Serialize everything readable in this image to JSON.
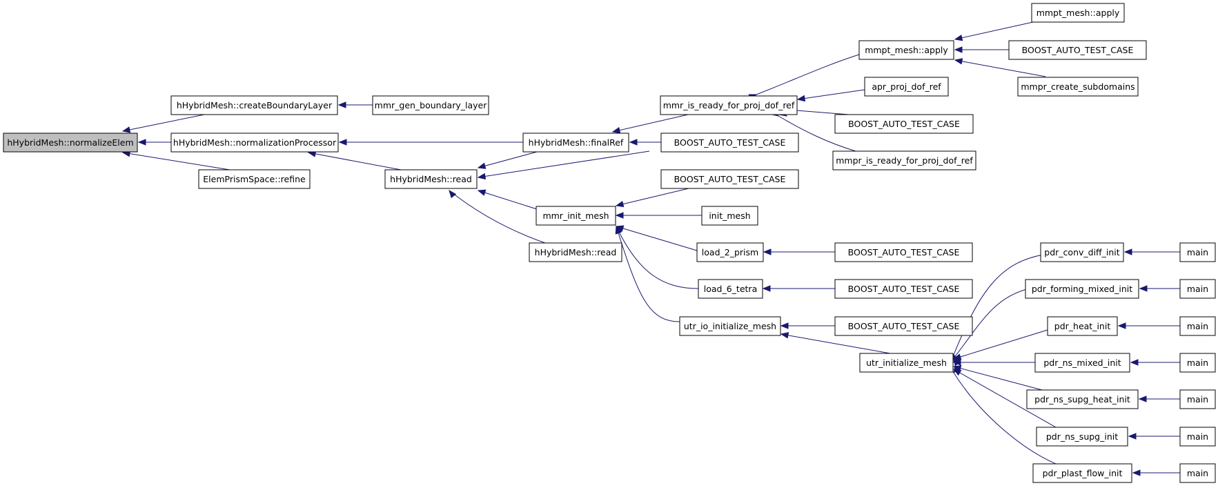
{
  "nodes": [
    {
      "id": "n0",
      "label": "hHybridMesh::normalizeElem",
      "root": true
    },
    {
      "id": "n1",
      "label": "hHybridMesh::createBoundaryLayer"
    },
    {
      "id": "n2",
      "label": "hHybridMesh::normalizationProcessor"
    },
    {
      "id": "n3",
      "label": "ElemPrismSpace::refine"
    },
    {
      "id": "n4",
      "label": "mmr_gen_boundary_layer"
    },
    {
      "id": "n5",
      "label": "hHybridMesh::read"
    },
    {
      "id": "n6",
      "label": "hHybridMesh::finalRef"
    },
    {
      "id": "n7",
      "label": "mmr_init_mesh"
    },
    {
      "id": "n8",
      "label": "hHybridMesh::read"
    },
    {
      "id": "n9",
      "label": "mmr_is_ready_for_proj_dof_ref"
    },
    {
      "id": "n10",
      "label": "BOOST_AUTO_TEST_CASE"
    },
    {
      "id": "n11",
      "label": "BOOST_AUTO_TEST_CASE"
    },
    {
      "id": "n12",
      "label": "init_mesh"
    },
    {
      "id": "n13",
      "label": "load_2_prism"
    },
    {
      "id": "n14",
      "label": "load_6_tetra"
    },
    {
      "id": "n15",
      "label": "utr_io_initialize_mesh"
    },
    {
      "id": "n16",
      "label": "mmpt_mesh::apply"
    },
    {
      "id": "n17",
      "label": "apr_proj_dof_ref"
    },
    {
      "id": "n18",
      "label": "BOOST_AUTO_TEST_CASE"
    },
    {
      "id": "n19",
      "label": "mmpr_is_ready_for_proj_dof_ref"
    },
    {
      "id": "n20",
      "label": "BOOST_AUTO_TEST_CASE"
    },
    {
      "id": "n21",
      "label": "BOOST_AUTO_TEST_CASE"
    },
    {
      "id": "n22",
      "label": "BOOST_AUTO_TEST_CASE"
    },
    {
      "id": "n23",
      "label": "utr_initialize_mesh"
    },
    {
      "id": "n24",
      "label": "mmpt_mesh::apply"
    },
    {
      "id": "n25",
      "label": "BOOST_AUTO_TEST_CASE"
    },
    {
      "id": "n26",
      "label": "mmpr_create_subdomains"
    },
    {
      "id": "n27",
      "label": "pdr_conv_diff_init"
    },
    {
      "id": "n28",
      "label": "pdr_forming_mixed_init"
    },
    {
      "id": "n29",
      "label": "pdr_heat_init"
    },
    {
      "id": "n30",
      "label": "pdr_ns_mixed_init"
    },
    {
      "id": "n31",
      "label": "pdr_ns_supg_heat_init"
    },
    {
      "id": "n32",
      "label": "pdr_ns_supg_init"
    },
    {
      "id": "n33",
      "label": "pdr_plast_flow_init"
    },
    {
      "id": "n34",
      "label": "main"
    },
    {
      "id": "n35",
      "label": "main"
    },
    {
      "id": "n36",
      "label": "main"
    },
    {
      "id": "n37",
      "label": "main"
    },
    {
      "id": "n38",
      "label": "main"
    },
    {
      "id": "n39",
      "label": "main"
    },
    {
      "id": "n40",
      "label": "main"
    }
  ],
  "edges": [
    {
      "from": "n1",
      "to": "n0"
    },
    {
      "from": "n2",
      "to": "n0"
    },
    {
      "from": "n3",
      "to": "n0"
    },
    {
      "from": "n4",
      "to": "n1"
    },
    {
      "from": "n6",
      "to": "n2"
    },
    {
      "from": "n5",
      "to": "n2"
    },
    {
      "from": "n6",
      "to": "n5"
    },
    {
      "from": "n10",
      "to": "n5"
    },
    {
      "from": "n7",
      "to": "n5"
    },
    {
      "from": "n8",
      "to": "n5"
    },
    {
      "from": "n9",
      "to": "n6"
    },
    {
      "from": "n10",
      "to": "n6"
    },
    {
      "from": "n16",
      "to": "n9"
    },
    {
      "from": "n17",
      "to": "n9"
    },
    {
      "from": "n18",
      "to": "n9"
    },
    {
      "from": "n19",
      "to": "n9"
    },
    {
      "from": "n24",
      "to": "n16"
    },
    {
      "from": "n25",
      "to": "n16"
    },
    {
      "from": "n26",
      "to": "n16"
    },
    {
      "from": "n11",
      "to": "n7"
    },
    {
      "from": "n12",
      "to": "n7"
    },
    {
      "from": "n13",
      "to": "n7"
    },
    {
      "from": "n14",
      "to": "n7"
    },
    {
      "from": "n15",
      "to": "n7"
    },
    {
      "from": "n20",
      "to": "n13"
    },
    {
      "from": "n21",
      "to": "n14"
    },
    {
      "from": "n22",
      "to": "n15"
    },
    {
      "from": "n23",
      "to": "n15"
    },
    {
      "from": "n27",
      "to": "n23"
    },
    {
      "from": "n28",
      "to": "n23"
    },
    {
      "from": "n29",
      "to": "n23"
    },
    {
      "from": "n30",
      "to": "n23"
    },
    {
      "from": "n31",
      "to": "n23"
    },
    {
      "from": "n32",
      "to": "n23"
    },
    {
      "from": "n33",
      "to": "n23"
    },
    {
      "from": "n34",
      "to": "n27"
    },
    {
      "from": "n35",
      "to": "n28"
    },
    {
      "from": "n36",
      "to": "n29"
    },
    {
      "from": "n37",
      "to": "n30"
    },
    {
      "from": "n38",
      "to": "n31"
    },
    {
      "from": "n39",
      "to": "n32"
    },
    {
      "from": "n40",
      "to": "n33"
    }
  ]
}
